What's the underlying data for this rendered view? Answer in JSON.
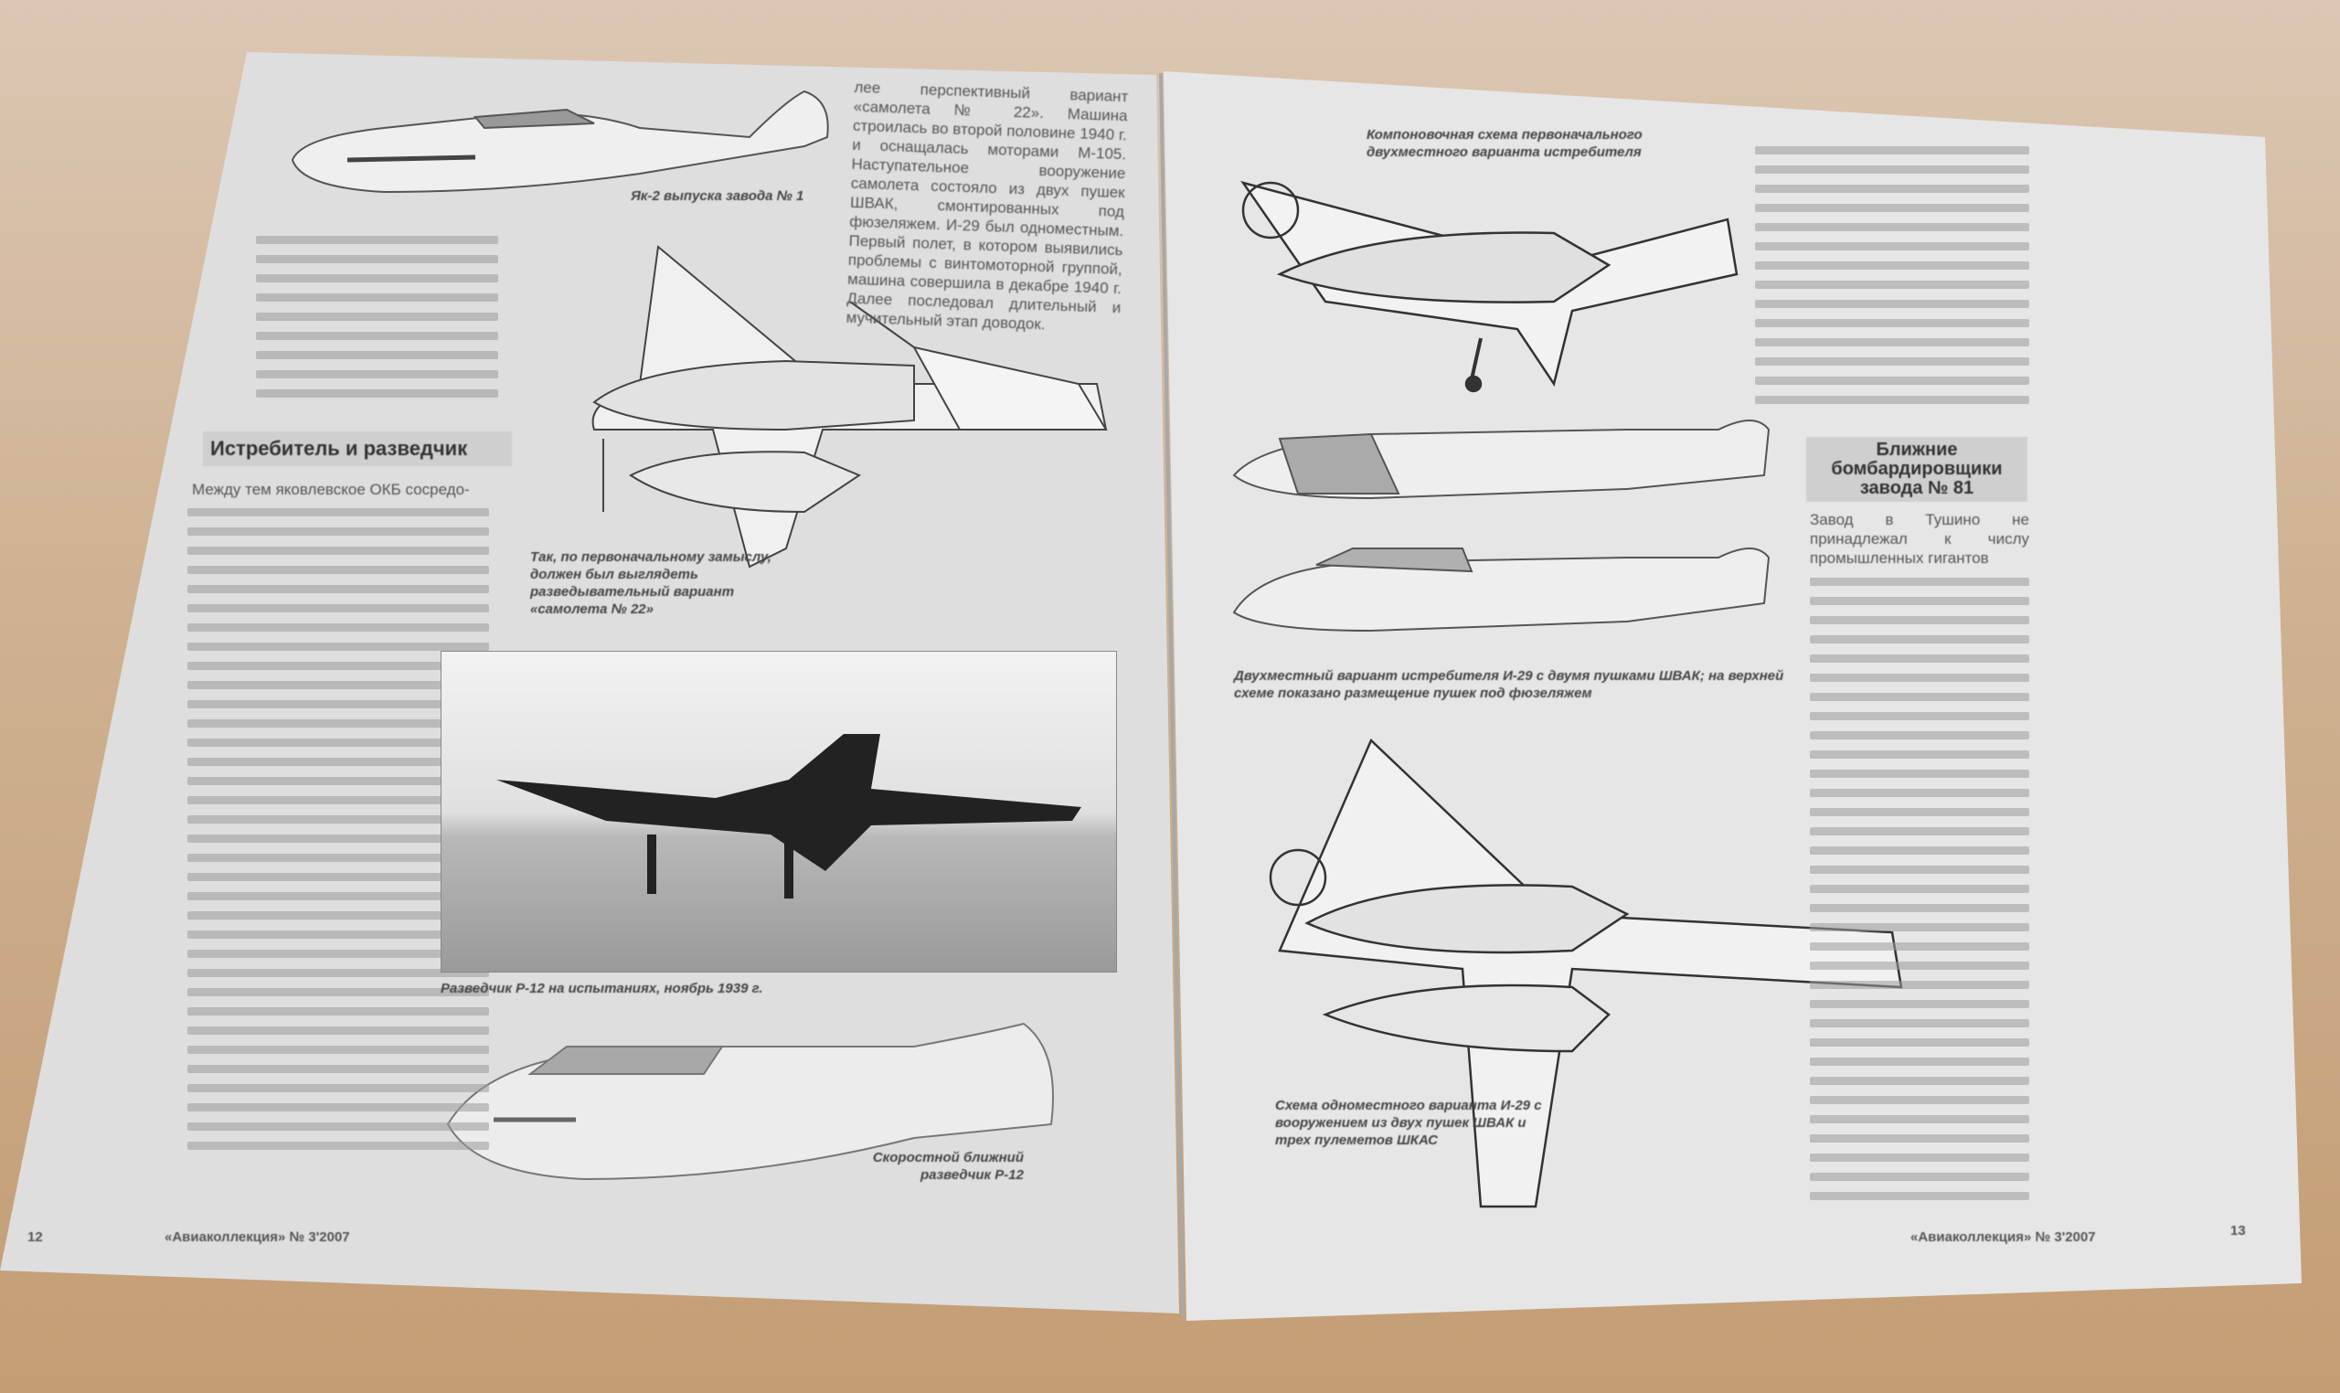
{
  "left_page": {
    "page_number": "12",
    "footer_title": "«Авиаколлекция» № 3'2007",
    "top_drawing_caption": "Як-2 выпуска завода № 1",
    "top_paragraph": "лее перспективный вариант «самолета № 22». Машина строилась во второй половине 1940 г. и оснащалась моторами М-105. Наступательное вооружение самолета состояло из двух пушек ШВАК, смонтированных под фюзеляжем. И-29 был одноместным. Первый полет, в котором выявились проблемы с винтомоторной группой, машина совершила в декабре 1940 г. Далее последовал длительный и мучительный этап доводок.",
    "section_heading": "Истребитель и разведчик",
    "section_first_line": "Между тем яковлевское ОКБ сосредо-",
    "drawing_caption": "Так, по первоначальному замыслу, должен был выглядеть разведывательный вариант «самолета № 22»",
    "photo_caption": "Разведчик Р-12 на испытаниях, ноябрь 1939 г.",
    "bottom_drawing_caption": "Скоростной ближний разведчик Р-12"
  },
  "right_page": {
    "page_number": "13",
    "footer_title": "«Авиаколлекция» № 3'2007",
    "top_drawing_caption": "Компоновочная схема первоначального двухместного варианта истребителя",
    "section_heading": "Ближние бомбардировщики завода № 81",
    "section_first_line": "Завод в Тушино не принадлежал к числу промышленных гигантов",
    "side_views_caption": "Двухместный вариант истребителя И-29 с двумя пушками ШВАК; на верхней схеме показано размещение пушек под фюзеляжем",
    "bottom_drawing_caption": "Схема одноместного варианта И-29 с вооружением из двух пушек ШВАК и трех пулеметов ШКАС"
  }
}
